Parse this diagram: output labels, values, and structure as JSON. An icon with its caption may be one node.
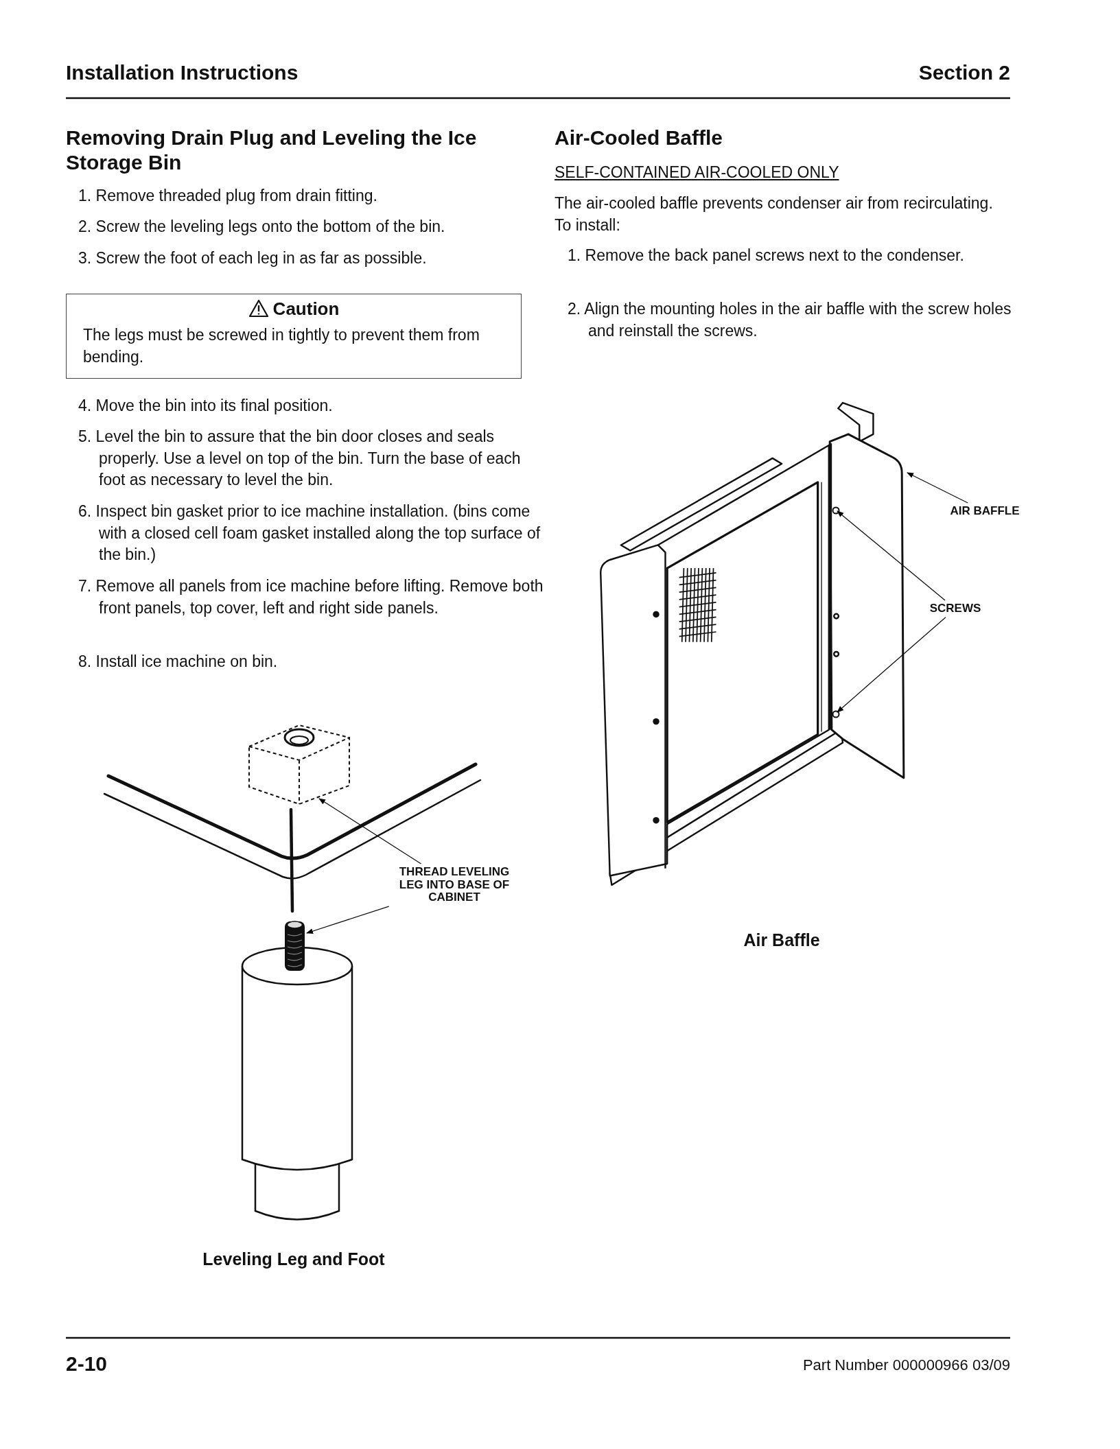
{
  "diagram": {
    "nodes": [
      {
        "text": [
          "Caution",
          "The legs must be screwed in tightly to prevent them from bending."
        ]
      },
      {
        "text": [
          "THREAD LEVELING LEG INTO BASE OF CABINET"
        ]
      },
      {
        "text": [],
        "shape": "box"
      },
      {
        "text": [],
        "shape": "picture"
      },
      {
        "text": [
          "AIR BAFFLE"
        ]
      },
      {
        "text": [],
        "shape": "picture"
      },
      {
        "text": [
          "SCREWS"
        ]
      },
      {
        "text": [],
        "shape": "circle"
      },
      {
        "text": [],
        "shape": "circle"
      }
    ],
    "edges": [
      {
        "from": 1,
        "to": 2,
        "arrow": "to"
      },
      {
        "from": 1,
        "to": 3,
        "arrow": "to"
      },
      {
        "from": 4,
        "to": 5,
        "arrow": "to"
      },
      {
        "from": 6,
        "to": 7,
        "arrow": "to"
      },
      {
        "from": 6,
        "to": 8,
        "arrow": "to"
      }
    ],
    "labels": [
      "Installation Instructions",
      "Section 2",
      "Removing Drain Plug and Leveling the Ice Storage Bin",
      "1. Remove threaded plug from drain fitting.",
      "2. Screw the leveling legs onto the bottom of the bin.",
      "3. Screw the foot of each leg in as far as possible.",
      "4. Move the bin into its final position.",
      "5. Level the bin to assure that the bin door closes and seals properly. Use a level on top of the bin. Turn the base of each foot as necessary to level the bin.",
      "6. Inspect bin gasket prior to ice machine installation. (bins come with a closed cell foam gasket installed along the top surface of the bin.)",
      "7. Remove all panels from ice machine before lifting. Remove both front panels, top cover, left and right side panels.",
      "8. Install ice machine on bin.",
      "Leveling Leg and Foot",
      "Air-Cooled Baffle",
      "SELF-CONTAINED AIR-COOLED ONLY",
      "The air-cooled baffle prevents condenser air from recirculating. To install:",
      "1. Remove the back panel screws next to the condenser.",
      "2. Align the mounting holes in the air baffle with the screw holes and reinstall the screws.",
      "Air Baffle",
      "2-10",
      "Part Number 000000966 03/09"
    ]
  }
}
